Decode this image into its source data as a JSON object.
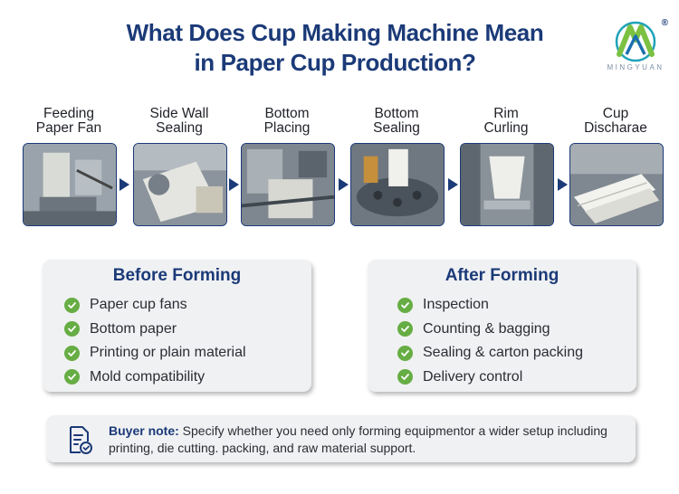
{
  "header": {
    "title_line1": "What Does Cup Making Machine Mean",
    "title_line2": "in Paper Cup Production?"
  },
  "logo": {
    "brand": "MINGYUAN",
    "registered": "®",
    "icon": "mingyuan-logo-icon"
  },
  "steps": [
    {
      "line1": "Feeding",
      "line2": "Paper Fan"
    },
    {
      "line1": "Side Wall",
      "line2": "Sealing"
    },
    {
      "line1": "Bottom",
      "line2": "Placing"
    },
    {
      "line1": "Bottom",
      "line2": "Sealing"
    },
    {
      "line1": "Rim",
      "line2": "Curling"
    },
    {
      "line1": "Cup",
      "line2": "Discharae"
    }
  ],
  "before": {
    "title": "Before Forming",
    "items": [
      "Paper cup fans",
      "Bottom paper",
      "Printing or plain material",
      "Mold compatibility"
    ]
  },
  "after": {
    "title": "After Forming",
    "items": [
      "Inspection",
      "Counting & bagging",
      "Sealing & carton packing",
      "Delivery control"
    ]
  },
  "note": {
    "label": "Buyer note:",
    "text": " Specify whether you need only forming equipmentor a wider setup including printing, die cutting. packing, and raw material support."
  },
  "colors": {
    "navy": "#1b3a78",
    "check_green": "#66ad43",
    "card_bg": "#f0f1f3",
    "logo_green": "#7bc142",
    "logo_teal": "#1fa3b8"
  }
}
